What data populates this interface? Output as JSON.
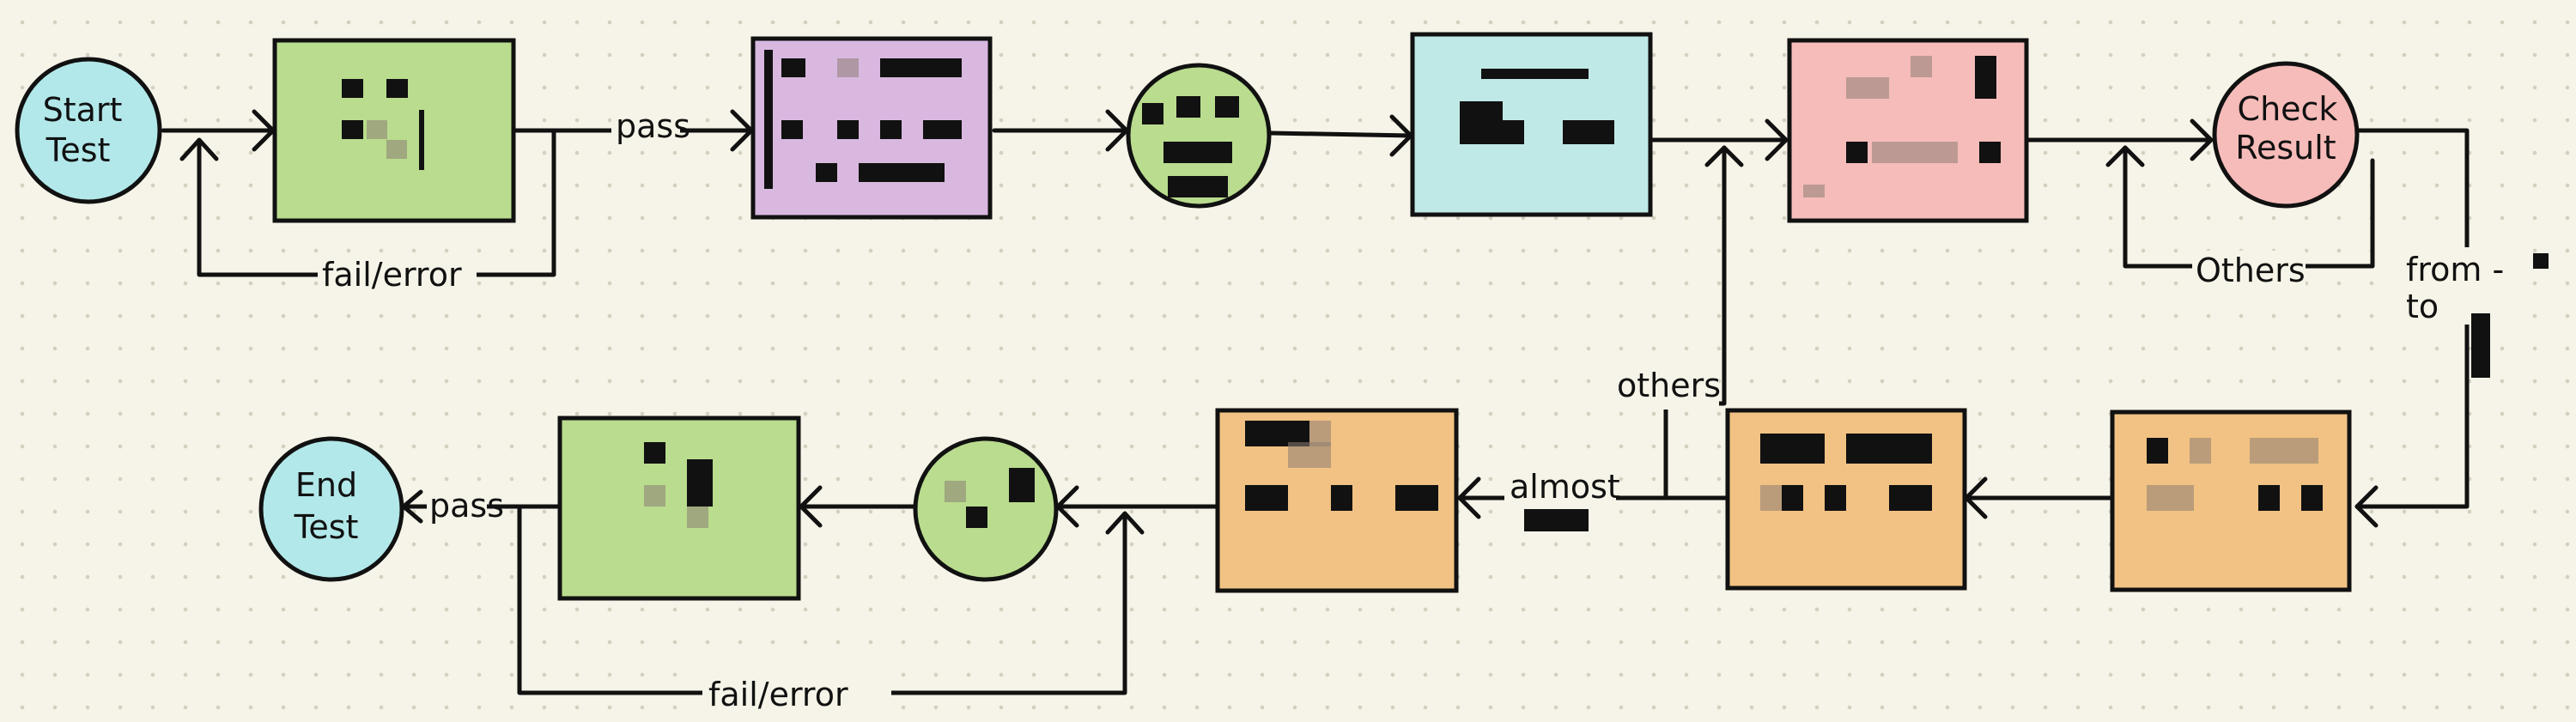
{
  "colors": {
    "background": "#f6f4e8",
    "cyan": "#b2e8ea",
    "green": "#b9dc8e",
    "purple": "#d9b8e0",
    "light_cyan": "#bfe9e6",
    "pink": "#f6bcba",
    "orange": "#f1c283",
    "stroke": "#111111"
  },
  "nodes": {
    "start": {
      "line1": "Start",
      "line2": "Test"
    },
    "check_result": {
      "line1": "Check",
      "line2": "Result"
    },
    "end": {
      "line1": "End",
      "line2": "Test"
    }
  },
  "edge_labels": {
    "pass_top": "pass",
    "fail_error_top": "fail/error",
    "others_right": "Others",
    "from_to": {
      "line1": "from -",
      "line2": "to"
    },
    "others_mid": "others",
    "almost": "almost",
    "pass_bottom": "pass",
    "fail_error_bottom": "fail/error"
  }
}
